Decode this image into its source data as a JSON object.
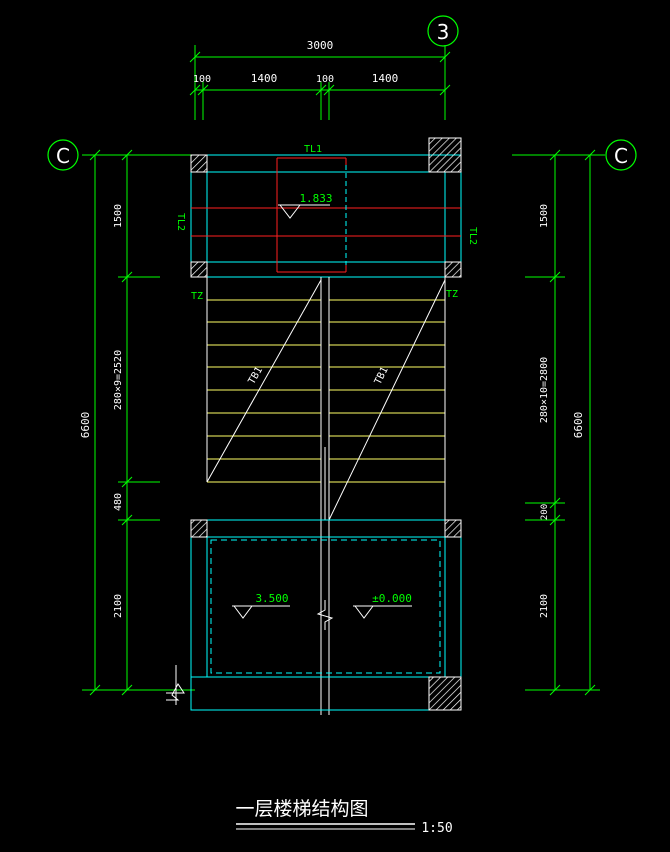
{
  "drawing": {
    "title": "一层楼梯结构图",
    "scale": "1:50",
    "axis_top": "3",
    "axis_left": "C",
    "axis_right": "C"
  },
  "dims": {
    "top_total": "3000",
    "top_seg1": "100",
    "top_seg2": "1400",
    "top_seg3": "100",
    "top_seg4": "1400",
    "left_total": "6600",
    "left_seg1": "1500",
    "left_seg2": "280×9=2520",
    "left_seg3": "480",
    "left_seg4": "2100",
    "right_total": "6600",
    "right_seg1": "1500",
    "right_seg2": "280×10=2800",
    "right_seg3": "200",
    "right_seg4": "2100"
  },
  "labels": {
    "tl1": "TL1",
    "tl2_left": "TL2",
    "tl2_right": "TL2",
    "tz_left": "TZ",
    "tz_right": "TZ",
    "tb_left": "TB1",
    "tb_right": "TB1",
    "elev_top": "1.833",
    "elev_left": "3.500",
    "elev_right": "±0.000"
  },
  "colors": {
    "dim_green": "#00ff00",
    "wall_cyan": "#00ffff",
    "stair_yellow": "#ffff66",
    "beam_red": "#ff2020",
    "line_white": "#ffffff"
  }
}
